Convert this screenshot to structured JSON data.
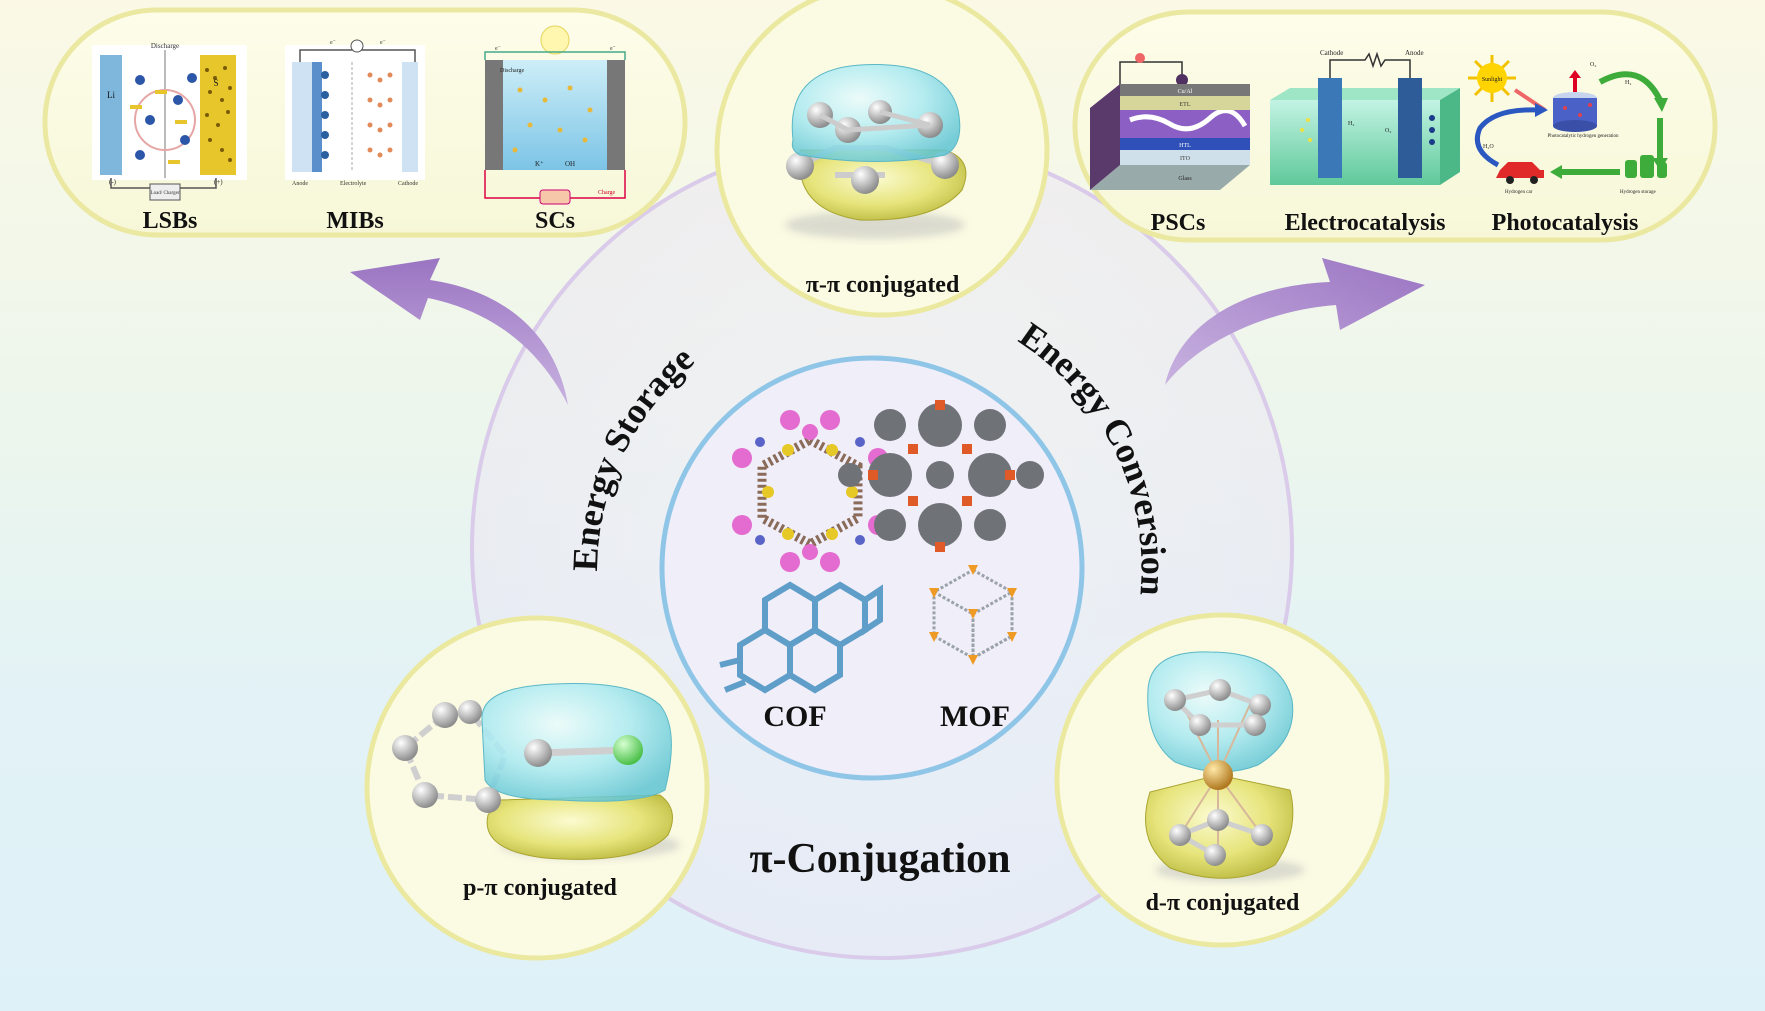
{
  "storage_panel": {
    "title": "Energy Storage",
    "items": [
      {
        "label": "LSBs",
        "inner_texts": [
          "Discharge",
          "Li",
          "S",
          "(-)",
          "(+)",
          "Load/ Charger"
        ]
      },
      {
        "label": "MIBs",
        "inner_texts": [
          "e⁻",
          "e⁻",
          "Anode",
          "Electrolyte",
          "Cathode"
        ]
      },
      {
        "label": "SCs",
        "inner_texts": [
          "e⁻",
          "e⁻",
          "Discharge",
          "K⁺",
          "OH",
          "Charge"
        ]
      }
    ]
  },
  "conversion_panel": {
    "title": "Energy Conversion",
    "items": [
      {
        "label": "PSCs",
        "inner_texts": [
          "Cu/Al",
          "ETL",
          "HTL",
          "ITO",
          "Glass"
        ]
      },
      {
        "label": "Electrocatalysis",
        "inner_texts": [
          "Cathode",
          "Anode",
          "H₂",
          "O₂"
        ]
      },
      {
        "label": "Photocatalysis",
        "inner_texts": [
          "Sunlight",
          "O₂",
          "H₂",
          "H₂O",
          "Photocatalytic hydrogen generation",
          "Hydrogen car",
          "Hydrogen storage"
        ]
      }
    ]
  },
  "bubbles": {
    "pi_pi": "π-π conjugated",
    "p_pi": "p-π conjugated",
    "d_pi": "d-π conjugated"
  },
  "center": {
    "title": "π-Conjugation",
    "frameworks": [
      "COF",
      "MOF"
    ]
  },
  "colors": {
    "bubble_fill": "#fbfbe3",
    "bubble_stroke": "#ebe9a0",
    "outer_ring": "#d8c8e8",
    "inner_ring": "#8cc4e6",
    "arrow": "#a684c8",
    "cyan_orbital": "#9fe6f0",
    "yellow_orbital": "#e1e070"
  }
}
